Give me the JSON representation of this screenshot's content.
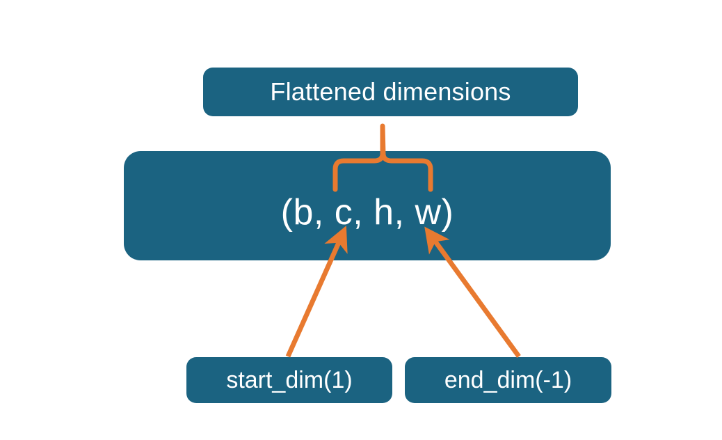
{
  "diagram": {
    "title_text": "Flattened dimensions",
    "background_color": "#ffffff",
    "node_fill_color": "#1b6381",
    "node_border_color": "#0d2a3a",
    "node_text_color": "#ffffff",
    "connector_color": "#e87a30"
  },
  "nodes": {
    "flattened": {
      "label": "Flattened dimensions"
    },
    "dims": {
      "label": "(b, c, h, w)"
    },
    "start_dim": {
      "label": "start_dim(1)"
    },
    "end_dim": {
      "label": "end_dim(-1)"
    }
  },
  "connectors": {
    "brace": {
      "name": "curly-brace-over-c-h-w",
      "from": "flattened",
      "to": "dims",
      "spans_tokens": "c, h, w"
    },
    "arrow_start_dim": {
      "name": "arrow-start-dim-to-b",
      "from": "start_dim",
      "to": "dims"
    },
    "arrow_end_dim": {
      "name": "arrow-end-dim-to-w",
      "from": "end_dim",
      "to": "dims"
    }
  }
}
